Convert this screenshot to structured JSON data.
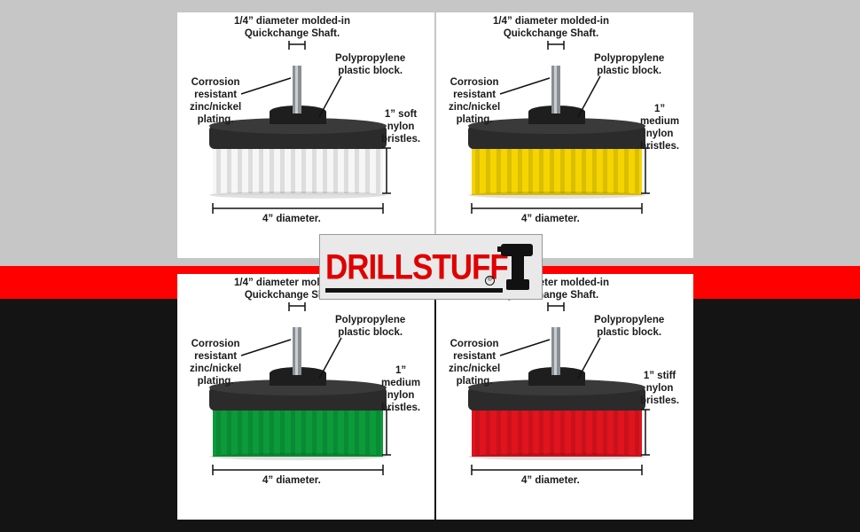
{
  "brand": {
    "name": "DRILLSTUFF",
    "registered_mark": "®",
    "color": "#e00000"
  },
  "panels": [
    {
      "id": "white",
      "bristle_color": "#f6f6f6",
      "shaft": [
        "1/4” diameter molded-in",
        "Quickchange Shaft."
      ],
      "plating": [
        "Corrosion",
        "resistant",
        "zinc/nickel",
        "plating."
      ],
      "block": [
        "Polypropylene",
        "plastic block."
      ],
      "bristles": [
        "1” soft",
        "nylon",
        "bristles."
      ],
      "diameter": "4” diameter."
    },
    {
      "id": "yellow",
      "bristle_color": "#f5d400",
      "shaft": [
        "1/4” diameter molded-in",
        "Quickchange Shaft."
      ],
      "plating": [
        "Corrosion",
        "resistant",
        "zinc/nickel",
        "plating."
      ],
      "block": [
        "Polypropylene",
        "plastic block."
      ],
      "bristles": [
        "1”",
        "medium",
        "nylon",
        "bristles."
      ],
      "diameter": "4” diameter."
    },
    {
      "id": "green",
      "bristle_color": "#0c9a3a",
      "shaft": [
        "1/4” diameter molded-in",
        "Quickchange Shaft."
      ],
      "plating": [
        "Corrosion",
        "resistant",
        "zinc/nickel",
        "plating."
      ],
      "block": [
        "Polypropylene",
        "plastic block."
      ],
      "bristles": [
        "1”",
        "medium",
        "nylon",
        "bristles."
      ],
      "diameter": "4” diameter."
    },
    {
      "id": "red",
      "bristle_color": "#e0141e",
      "shaft": [
        "1/4” diameter molded-in",
        "Quickchange Shaft."
      ],
      "plating": [
        "Corrosion",
        "resistant",
        "zinc/nickel",
        "plating."
      ],
      "block": [
        "Polypropylene",
        "plastic block."
      ],
      "bristles": [
        "1” stiff",
        "nylon",
        "bristles."
      ],
      "diameter": "4” diameter."
    }
  ]
}
